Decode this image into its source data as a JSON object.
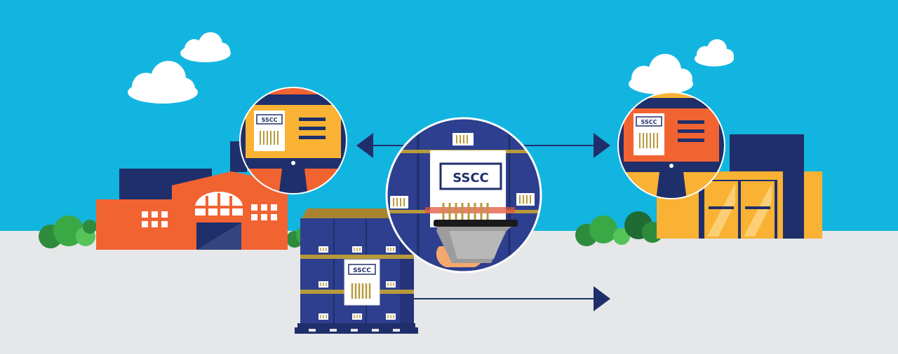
{
  "colors": {
    "sky": "#12b5e0",
    "ground": "#e6e7e9",
    "navy": "#1f2f6b",
    "orange": "#f26332",
    "yellow": "#f9b233",
    "green": "#3aa845",
    "gold": "#b89a3b"
  },
  "labels": {
    "sender_screen_tag": "SSCC",
    "receiver_screen_tag": "SSCC",
    "scan_label_tag": "SSCC",
    "pallet_label_tag": "SSCC"
  },
  "icons": {
    "sender": "factory-icon",
    "receiver": "warehouse-icon",
    "scanner": "barcode-scanner-icon",
    "pallet": "pallet-icon"
  }
}
